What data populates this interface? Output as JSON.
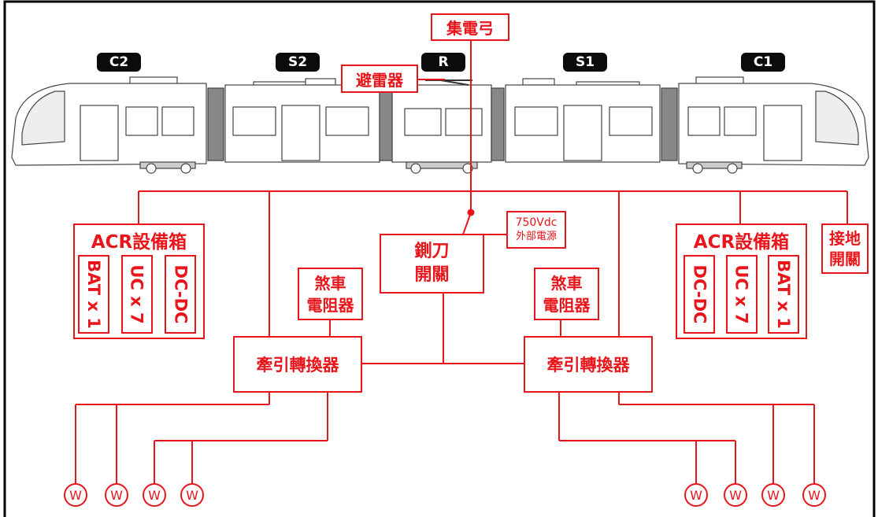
{
  "cars": [
    "C2",
    "S2",
    "R",
    "S1",
    "C1"
  ],
  "pantograph": "集電弓",
  "lightning_arrester": "避雷器",
  "acr_left": {
    "title": "ACR設備箱",
    "items": [
      "BAT x 1",
      "UC x 7",
      "DC-DC"
    ]
  },
  "acr_right": {
    "title": "ACR設備箱",
    "items": [
      "DC-DC",
      "UC x 7",
      "BAT x 1"
    ]
  },
  "knife_switch": "鍘刀\n開關",
  "external_power": {
    "line1": "750Vdc",
    "line2": "外部電源"
  },
  "ground_switch": "接地\n開關",
  "brake_resistor_left": "煞車\n電阻器",
  "brake_resistor_right": "煞車\n電阻器",
  "traction_converter_left": "牽引轉換器",
  "traction_converter_right": "牽引轉換器",
  "motor_label": "W",
  "colors": {
    "red": "#e8151b",
    "black": "#0b0b0b"
  }
}
